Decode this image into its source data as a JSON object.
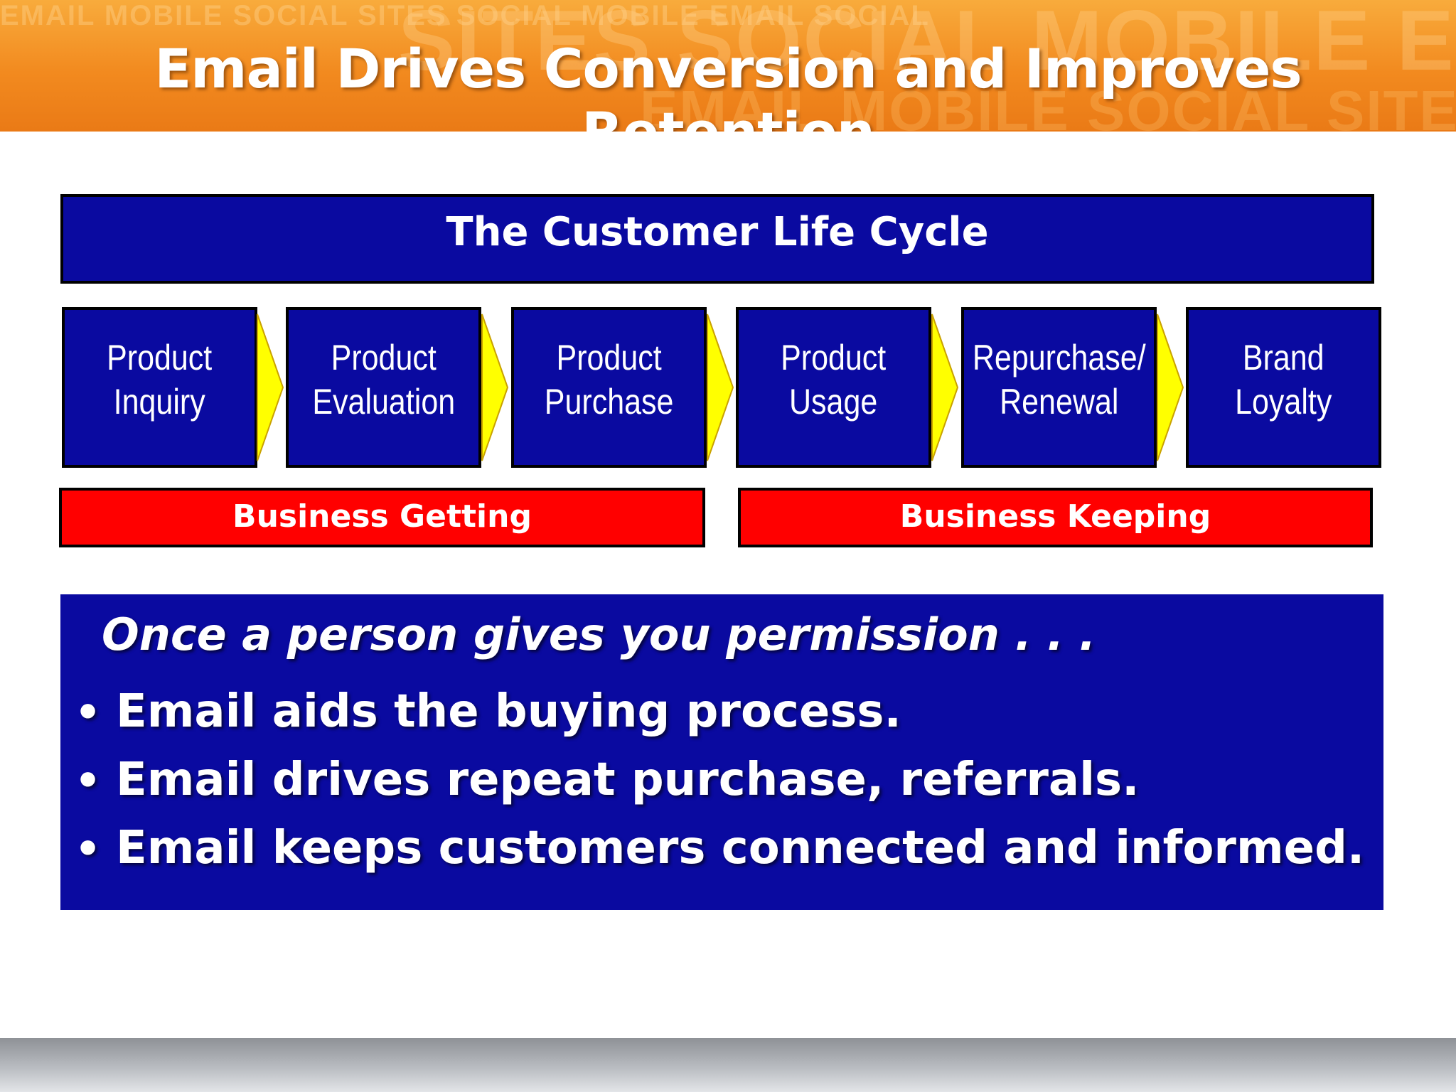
{
  "slide": {
    "title": "Email Drives Conversion and Improves Retention",
    "banner_watermark_top": "EMAIL MOBILE SOCIAL SITES SOCIAL MOBILE EMAIL SOCIAL",
    "banner_watermark_mid": "SITES SOCIAL MOBILE EMAIL SOCIAL",
    "banner_watermark_low": "EMAIL MOBILE SOCIAL SITES EMAIL"
  },
  "colors": {
    "banner": "#f28a1f",
    "box_blue": "#0a0aa0",
    "bar_red": "#ff0000",
    "arrow_yellow": "#ffff00"
  },
  "life_cycle": {
    "heading": "The Customer Life Cycle",
    "stages": [
      {
        "label": "Product\nInquiry"
      },
      {
        "label": "Product\nEvaluation"
      },
      {
        "label": "Product\nPurchase"
      },
      {
        "label": "Product\nUsage"
      },
      {
        "label": "Repurchase/\nRenewal"
      },
      {
        "label": "Brand\nLoyalty"
      }
    ],
    "business_getting": "Business Getting",
    "business_keeping": "Business Keeping"
  },
  "permission": {
    "lead": "Once a person gives you permission . . .",
    "bullets": [
      "Email aids the buying process.",
      "Email drives repeat purchase, referrals.",
      "Email keeps customers connected and informed."
    ],
    "bullet_symbol": "•"
  }
}
